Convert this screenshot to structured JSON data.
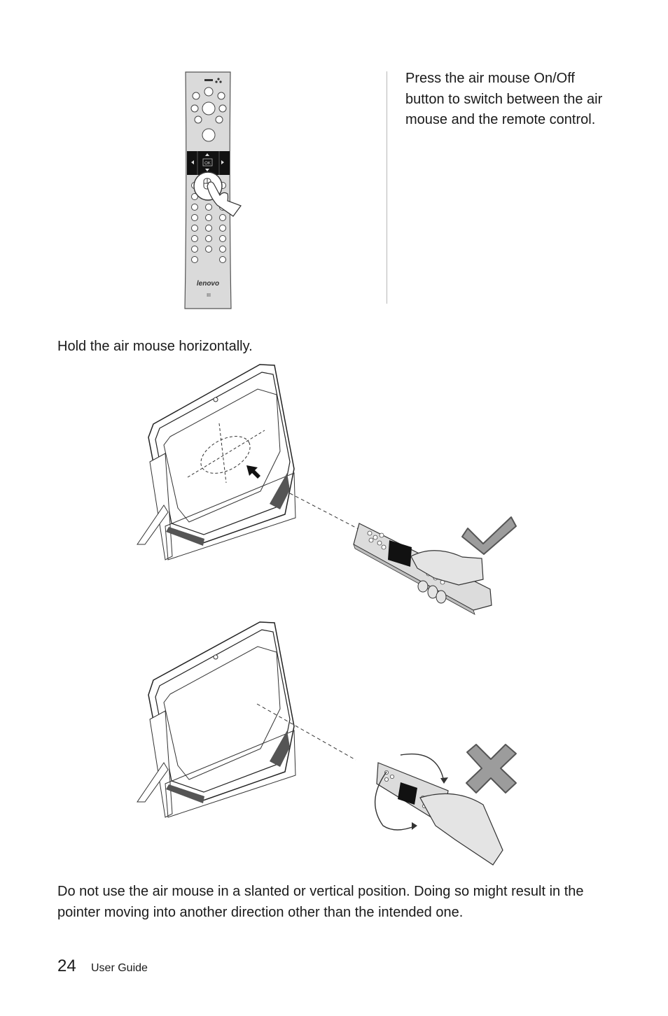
{
  "instructions": {
    "step1": "Press the air mouse On/Off button to switch between the air mouse and the remote control.",
    "step2": "Hold the air mouse horizontally.",
    "step3": "Do not use the air mouse in a slanted or vertical position. Doing so might result in the pointer moving into another direction other than the intended one."
  },
  "remote": {
    "brand": "lenovo",
    "ok_label": "OK",
    "bottom_mark": "III"
  },
  "footer": {
    "page_number": "24",
    "title": "User Guide"
  }
}
